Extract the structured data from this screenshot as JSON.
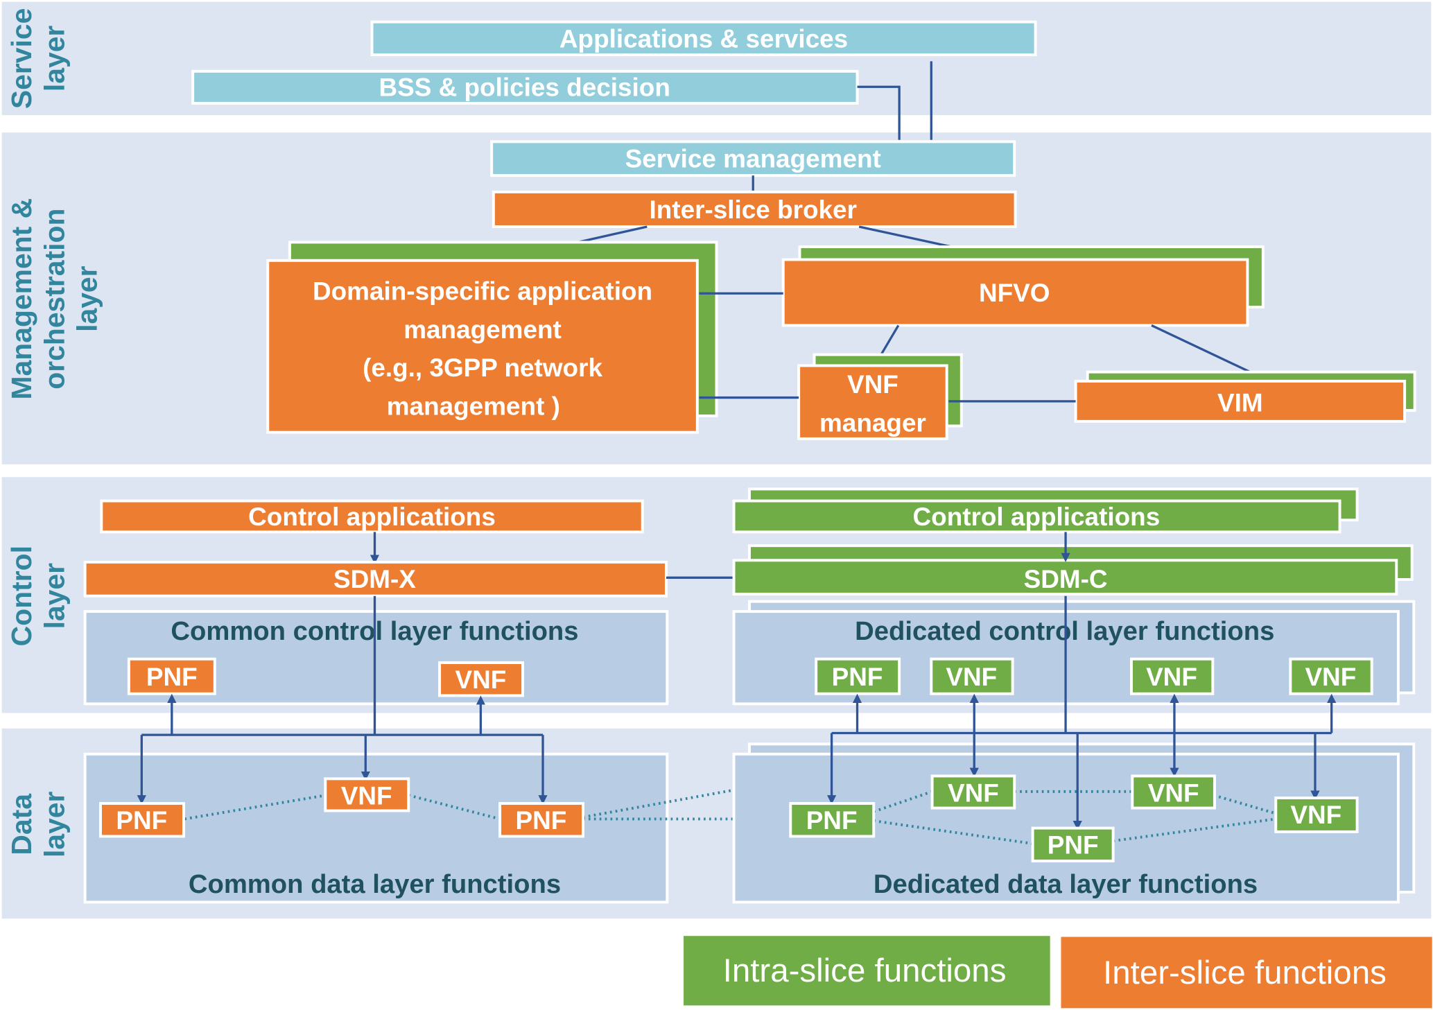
{
  "layers": {
    "service": [
      "Service",
      "layer"
    ],
    "mgmt": [
      "Management &",
      "orchestration",
      "layer"
    ],
    "control": [
      "Control",
      "layer"
    ],
    "data": [
      "Data",
      "layer"
    ]
  },
  "service_layer": {
    "apps": "Applications & services",
    "bss": "BSS & policies decision"
  },
  "mgmt_layer": {
    "service_mgmt": "Service management",
    "broker": "Inter-slice broker",
    "domain_mgmt": [
      "Domain-specific application",
      "management",
      "(e.g., 3GPP  network",
      "management )"
    ],
    "nfvo": "NFVO",
    "vnf_manager": [
      "VNF",
      "manager"
    ],
    "vim": "VIM"
  },
  "control_layer": {
    "common_apps": "Control  applications",
    "sdm_x": "SDM-X",
    "common_title": "Common control layer functions",
    "common_nfs": [
      "PNF",
      "VNF"
    ],
    "dedicated_apps": "Control  applications",
    "sdm_c": "SDM-C",
    "dedicated_title": "Dedicated control layer functions",
    "dedicated_nfs": [
      "PNF",
      "VNF",
      "VNF",
      "VNF"
    ]
  },
  "data_layer": {
    "common_title": "Common data layer functions",
    "common_nfs": [
      "PNF",
      "VNF",
      "PNF"
    ],
    "dedicated_title": "Dedicated data layer functions",
    "dedicated_nfs": [
      "PNF",
      "VNF",
      "VNF",
      "PNF",
      "VNF"
    ]
  },
  "legend": {
    "intra": "Intra-slice functions",
    "inter": "Inter-slice functions"
  },
  "colors": {
    "intra_slice": "#70ad47",
    "inter_slice": "#ed7d31",
    "service": "#92cddc",
    "layer_bg": "#dde5f2",
    "function_bg": "#b8cce4",
    "connector": "#2f5597"
  }
}
